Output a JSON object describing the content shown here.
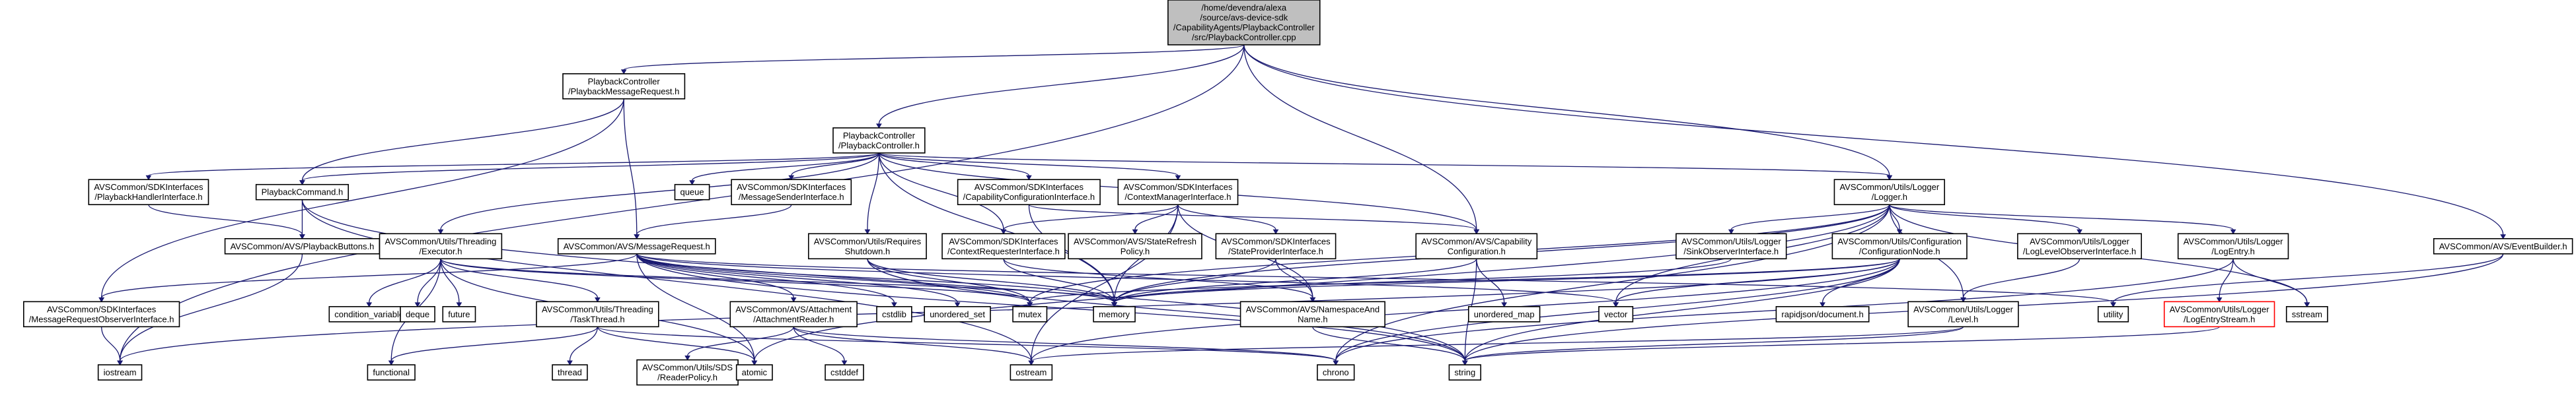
{
  "diagram": {
    "nodes": [
      {
        "id": "root",
        "lines": [
          "/home/devendra/alexa",
          "/source/avs-device-sdk",
          "/CapabilityAgents/PlaybackController",
          "/src/PlaybackController.cpp"
        ],
        "style": "root"
      },
      {
        "id": "pmr",
        "lines": [
          "PlaybackController",
          "/PlaybackMessageRequest.h"
        ],
        "style": "file"
      },
      {
        "id": "pc",
        "lines": [
          "PlaybackController",
          "/PlaybackController.h"
        ],
        "style": "file"
      },
      {
        "id": "phi",
        "lines": [
          "AVSCommon/SDKInterfaces",
          "/PlaybackHandlerInterface.h"
        ],
        "style": "file"
      },
      {
        "id": "pcmd",
        "lines": [
          "PlaybackCommand.h"
        ],
        "style": "file"
      },
      {
        "id": "queue",
        "lines": [
          "queue"
        ],
        "style": "system"
      },
      {
        "id": "msi",
        "lines": [
          "AVSCommon/SDKInterfaces",
          "/MessageSenderInterface.h"
        ],
        "style": "file"
      },
      {
        "id": "cci",
        "lines": [
          "AVSCommon/SDKInterfaces",
          "/CapabilityConfigurationInterface.h"
        ],
        "style": "file"
      },
      {
        "id": "cmi",
        "lines": [
          "AVSCommon/SDKInterfaces",
          "/ContextManagerInterface.h"
        ],
        "style": "file"
      },
      {
        "id": "pb",
        "lines": [
          "AVSCommon/AVS/PlaybackButtons.h"
        ],
        "style": "file"
      },
      {
        "id": "exec",
        "lines": [
          "AVSCommon/Utils/Threading",
          "/Executor.h"
        ],
        "style": "file"
      },
      {
        "id": "mr",
        "lines": [
          "AVSCommon/AVS/MessageRequest.h"
        ],
        "style": "file"
      },
      {
        "id": "rs",
        "lines": [
          "AVSCommon/Utils/Requires",
          "Shutdown.h"
        ],
        "style": "file"
      },
      {
        "id": "cri",
        "lines": [
          "AVSCommon/SDKInterfaces",
          "/ContextRequesterInterface.h"
        ],
        "style": "file"
      },
      {
        "id": "srp",
        "lines": [
          "AVSCommon/AVS/StateRefresh",
          "Policy.h"
        ],
        "style": "file"
      },
      {
        "id": "spi",
        "lines": [
          "AVSCommon/SDKInterfaces",
          "/StateProviderInterface.h"
        ],
        "style": "file"
      },
      {
        "id": "capcfg",
        "lines": [
          "AVSCommon/AVS/Capability",
          "Configuration.h"
        ],
        "style": "file"
      },
      {
        "id": "logger",
        "lines": [
          "AVSCommon/Utils/Logger",
          "/Logger.h"
        ],
        "style": "file"
      },
      {
        "id": "soi",
        "lines": [
          "AVSCommon/Utils/Logger",
          "/SinkObserverInterface.h"
        ],
        "style": "file"
      },
      {
        "id": "cfgnode",
        "lines": [
          "AVSCommon/Utils/Configuration",
          "/ConfigurationNode.h"
        ],
        "style": "file"
      },
      {
        "id": "lloi",
        "lines": [
          "AVSCommon/Utils/Logger",
          "/LogLevelObserverInterface.h"
        ],
        "style": "file"
      },
      {
        "id": "logentry",
        "lines": [
          "AVSCommon/Utils/Logger",
          "/LogEntry.h"
        ],
        "style": "file"
      },
      {
        "id": "eventb",
        "lines": [
          "AVSCommon/AVS/EventBuilder.h"
        ],
        "style": "file"
      },
      {
        "id": "mroi",
        "lines": [
          "AVSCommon/SDKInterfaces",
          "/MessageRequestObserverInterface.h"
        ],
        "style": "file"
      },
      {
        "id": "condvar",
        "lines": [
          "condition_variable"
        ],
        "style": "system"
      },
      {
        "id": "deque",
        "lines": [
          "deque"
        ],
        "style": "system"
      },
      {
        "id": "future",
        "lines": [
          "future"
        ],
        "style": "system"
      },
      {
        "id": "tt",
        "lines": [
          "AVSCommon/Utils/Threading",
          "/TaskThread.h"
        ],
        "style": "file"
      },
      {
        "id": "att",
        "lines": [
          "AVSCommon/AVS/Attachment",
          "/AttachmentReader.h"
        ],
        "style": "file"
      },
      {
        "id": "cstdlib",
        "lines": [
          "cstdlib"
        ],
        "style": "system"
      },
      {
        "id": "uset",
        "lines": [
          "unordered_set"
        ],
        "style": "system"
      },
      {
        "id": "mutex",
        "lines": [
          "mutex"
        ],
        "style": "system"
      },
      {
        "id": "memory",
        "lines": [
          "memory"
        ],
        "style": "system"
      },
      {
        "id": "nsn",
        "lines": [
          "AVSCommon/AVS/NamespaceAnd",
          "Name.h"
        ],
        "style": "file"
      },
      {
        "id": "umap",
        "lines": [
          "unordered_map"
        ],
        "style": "system"
      },
      {
        "id": "vector",
        "lines": [
          "vector"
        ],
        "style": "system"
      },
      {
        "id": "rapid",
        "lines": [
          "rapidjson/document.h"
        ],
        "style": "system"
      },
      {
        "id": "level",
        "lines": [
          "AVSCommon/Utils/Logger",
          "/Level.h"
        ],
        "style": "file"
      },
      {
        "id": "utility",
        "lines": [
          "utility"
        ],
        "style": "system"
      },
      {
        "id": "les",
        "lines": [
          "AVSCommon/Utils/Logger",
          "/LogEntryStream.h"
        ],
        "style": "missing"
      },
      {
        "id": "sstream",
        "lines": [
          "sstream"
        ],
        "style": "system"
      },
      {
        "id": "iostream",
        "lines": [
          "iostream"
        ],
        "style": "system"
      },
      {
        "id": "functional",
        "lines": [
          "functional"
        ],
        "style": "system"
      },
      {
        "id": "thread",
        "lines": [
          "thread"
        ],
        "style": "system"
      },
      {
        "id": "sds",
        "lines": [
          "AVSCommon/Utils/SDS",
          "/ReaderPolicy.h"
        ],
        "style": "file"
      },
      {
        "id": "atomic",
        "lines": [
          "atomic"
        ],
        "style": "system"
      },
      {
        "id": "cstddef",
        "lines": [
          "cstddef"
        ],
        "style": "system"
      },
      {
        "id": "ostream",
        "lines": [
          "ostream"
        ],
        "style": "system"
      },
      {
        "id": "chrono",
        "lines": [
          "chrono"
        ],
        "style": "system"
      },
      {
        "id": "string",
        "lines": [
          "string"
        ],
        "style": "system"
      }
    ],
    "edges": [
      [
        "root",
        "pmr"
      ],
      [
        "root",
        "pc"
      ],
      [
        "root",
        "capcfg"
      ],
      [
        "root",
        "logger"
      ],
      [
        "root",
        "eventb"
      ],
      [
        "root",
        "iostream"
      ],
      [
        "pmr",
        "pcmd"
      ],
      [
        "pmr",
        "mr"
      ],
      [
        "pmr",
        "mroi"
      ],
      [
        "pc",
        "phi"
      ],
      [
        "pc",
        "pcmd"
      ],
      [
        "pc",
        "queue"
      ],
      [
        "pc",
        "msi"
      ],
      [
        "pc",
        "cci"
      ],
      [
        "pc",
        "cmi"
      ],
      [
        "pc",
        "exec"
      ],
      [
        "pc",
        "rs"
      ],
      [
        "pc",
        "cri"
      ],
      [
        "pc",
        "capcfg"
      ],
      [
        "pc",
        "memory"
      ],
      [
        "pc",
        "logger"
      ],
      [
        "phi",
        "pb"
      ],
      [
        "pcmd",
        "pb"
      ],
      [
        "pcmd",
        "ostream"
      ],
      [
        "pcmd",
        "string"
      ],
      [
        "msi",
        "mr"
      ],
      [
        "cci",
        "capcfg"
      ],
      [
        "cci",
        "memory"
      ],
      [
        "cmi",
        "cri"
      ],
      [
        "cmi",
        "srp"
      ],
      [
        "cmi",
        "spi"
      ],
      [
        "cmi",
        "nsn"
      ],
      [
        "cmi",
        "memory"
      ],
      [
        "cmi",
        "ostream"
      ],
      [
        "pb",
        "iostream"
      ],
      [
        "exec",
        "condvar"
      ],
      [
        "exec",
        "deque"
      ],
      [
        "exec",
        "future"
      ],
      [
        "exec",
        "tt"
      ],
      [
        "exec",
        "functional"
      ],
      [
        "exec",
        "atomic"
      ],
      [
        "exec",
        "mutex"
      ],
      [
        "exec",
        "memory"
      ],
      [
        "mr",
        "mroi"
      ],
      [
        "mr",
        "att"
      ],
      [
        "mr",
        "cstdlib"
      ],
      [
        "mr",
        "uset"
      ],
      [
        "mr",
        "mutex"
      ],
      [
        "mr",
        "memory"
      ],
      [
        "mr",
        "vector"
      ],
      [
        "mr",
        "utility"
      ],
      [
        "mr",
        "string"
      ],
      [
        "mr",
        "atomic"
      ],
      [
        "rs",
        "memory"
      ],
      [
        "rs",
        "mutex"
      ],
      [
        "rs",
        "string"
      ],
      [
        "cri",
        "memory"
      ],
      [
        "cri",
        "nsn"
      ],
      [
        "spi",
        "nsn"
      ],
      [
        "spi",
        "memory"
      ],
      [
        "capcfg",
        "umap"
      ],
      [
        "capcfg",
        "string"
      ],
      [
        "capcfg",
        "memory"
      ],
      [
        "logger",
        "soi"
      ],
      [
        "logger",
        "cfgnode"
      ],
      [
        "logger",
        "lloi"
      ],
      [
        "logger",
        "logentry"
      ],
      [
        "logger",
        "level"
      ],
      [
        "logger",
        "mutex"
      ],
      [
        "logger",
        "vector"
      ],
      [
        "logger",
        "sstream"
      ],
      [
        "logger",
        "atomic"
      ],
      [
        "logger",
        "memory"
      ],
      [
        "logger",
        "chrono"
      ],
      [
        "soi",
        "memory"
      ],
      [
        "cfgnode",
        "memory"
      ],
      [
        "cfgnode",
        "mutex"
      ],
      [
        "cfgnode",
        "vector"
      ],
      [
        "cfgnode",
        "rapid"
      ],
      [
        "cfgnode",
        "iostream"
      ],
      [
        "cfgnode",
        "ostream"
      ],
      [
        "cfgnode",
        "chrono"
      ],
      [
        "cfgnode",
        "string"
      ],
      [
        "lloi",
        "level"
      ],
      [
        "logentry",
        "les"
      ],
      [
        "logentry",
        "sstream"
      ],
      [
        "logentry",
        "chrono"
      ],
      [
        "eventb",
        "utility"
      ],
      [
        "eventb",
        "string"
      ],
      [
        "mroi",
        "iostream"
      ],
      [
        "tt",
        "functional"
      ],
      [
        "tt",
        "thread"
      ],
      [
        "tt",
        "atomic"
      ],
      [
        "tt",
        "chrono"
      ],
      [
        "att",
        "sds"
      ],
      [
        "att",
        "chrono"
      ],
      [
        "att",
        "cstddef"
      ],
      [
        "att",
        "ostream"
      ],
      [
        "nsn",
        "string"
      ],
      [
        "level",
        "ostream"
      ],
      [
        "level",
        "string"
      ],
      [
        "les",
        "string"
      ]
    ]
  }
}
